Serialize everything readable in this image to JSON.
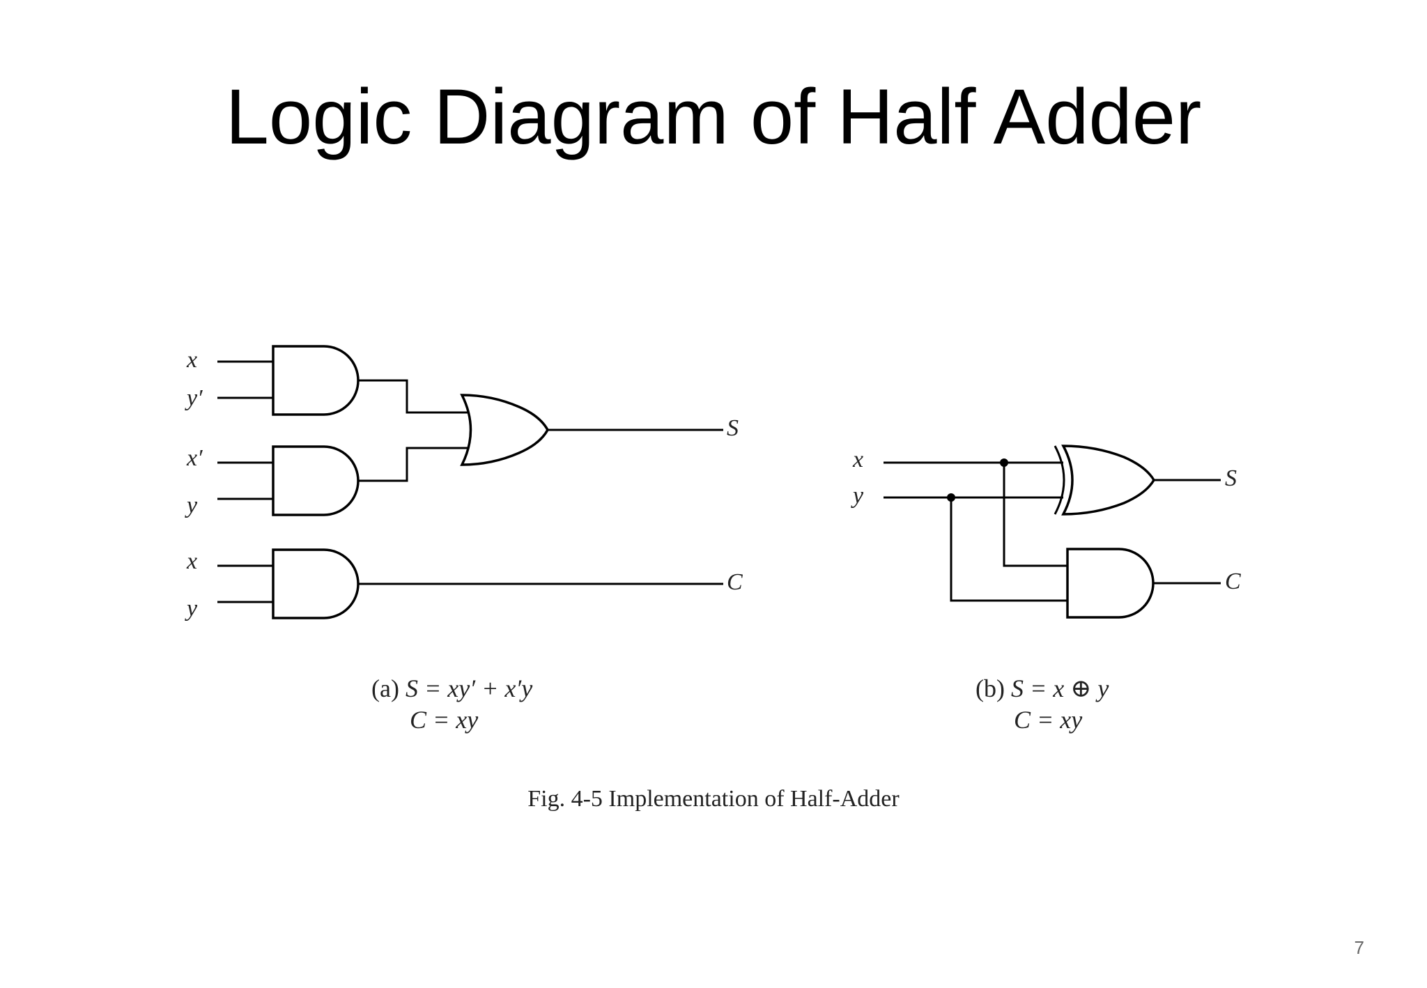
{
  "slide": {
    "title": "Logic Diagram of Half Adder",
    "page_number": "7"
  },
  "figure": {
    "caption": "Fig. 4-5  Implementation of Half-Adder",
    "panel_a": {
      "inputs": [
        "x",
        "y′",
        "x′",
        "y",
        "x",
        "y"
      ],
      "outputs": [
        "S",
        "C"
      ],
      "equation_s_prefix": "(a) ",
      "equation_s": "S = xy′ + x′y",
      "equation_c": "C = xy"
    },
    "panel_b": {
      "inputs": [
        "x",
        "y"
      ],
      "outputs": [
        "S",
        "C"
      ],
      "equation_s_prefix": "(b) ",
      "equation_s": "S = x ⊕ y",
      "equation_c": "C = xy"
    }
  }
}
